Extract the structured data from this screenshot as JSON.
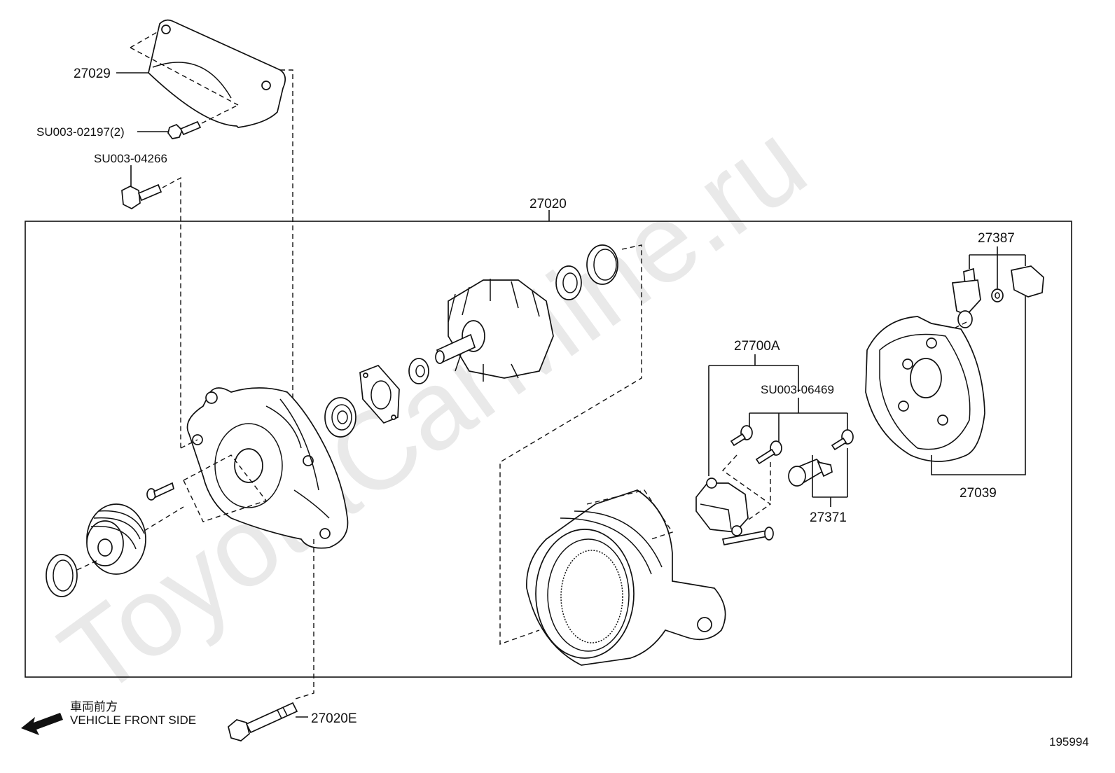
{
  "watermark": "ToyotaCarMine.ru",
  "diagram_id": "195994",
  "front_side": {
    "jp": "車両前方",
    "en": "VEHICLE FRONT SIDE"
  },
  "labels": {
    "p27029": "27029",
    "su0302197": "SU003-02197(2)",
    "su0304266": "SU003-04266",
    "p27020": "27020",
    "p27387": "27387",
    "p27700a": "27700A",
    "su0306469": "SU003-06469",
    "p27371": "27371",
    "p27039": "27039",
    "p27020e": "27020E"
  },
  "colors": {
    "line": "#111111",
    "watermark": "#e9e9e9",
    "background": "#ffffff"
  }
}
